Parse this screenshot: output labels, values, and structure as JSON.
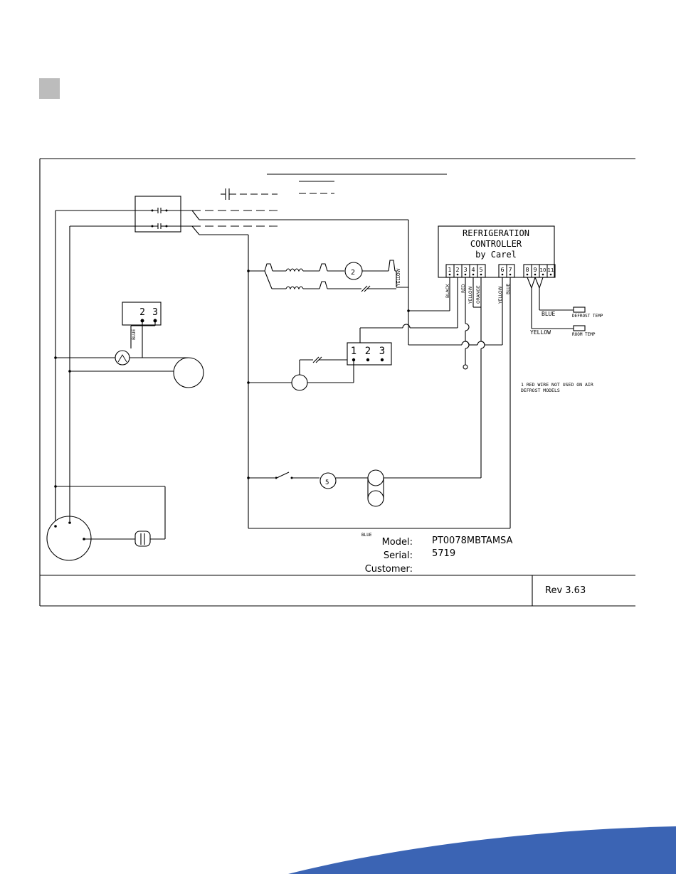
{
  "controller": {
    "lines": [
      "REFRIGERATION",
      "CONTROLLER",
      "by Carel"
    ],
    "terminals": [
      "1",
      "2",
      "3",
      "4",
      "5",
      "6",
      "7",
      "8",
      "9",
      "10",
      "11"
    ]
  },
  "wire_labels": {
    "yellow_top": "YELLOW",
    "black": "BLACK",
    "red": "RED",
    "yellow_3": "YELLOW",
    "orange": "ORANGE",
    "yellow_6": "YELLOW",
    "blue_7": "BLUE",
    "blue_left": "BLUE",
    "blue_bottom": "BLUE"
  },
  "probes": {
    "defrost_wire": "BLUE",
    "defrost_label": "DEFROST TEMP",
    "room_wire": "YELLOW",
    "room_label": "ROOM TEMP"
  },
  "terminal_blocks": {
    "left_block": [
      "2",
      "3"
    ],
    "mid_block": [
      "1",
      "2",
      "3"
    ]
  },
  "note": [
    "1 RED WIRE NOT USED ON AIR",
    "DEFROST MODELS"
  ],
  "title_block": {
    "model_label": "Model:",
    "model_value": "PT0078MBTAMSA",
    "serial_label": "Serial:",
    "serial_value": "5719",
    "customer_label": "Customer:",
    "customer_value": "",
    "rev": "Rev 3.63"
  },
  "colors": {
    "square_gray": "#bcbcbc",
    "swoosh_blue": "#3b64b4",
    "line": "#000000"
  }
}
